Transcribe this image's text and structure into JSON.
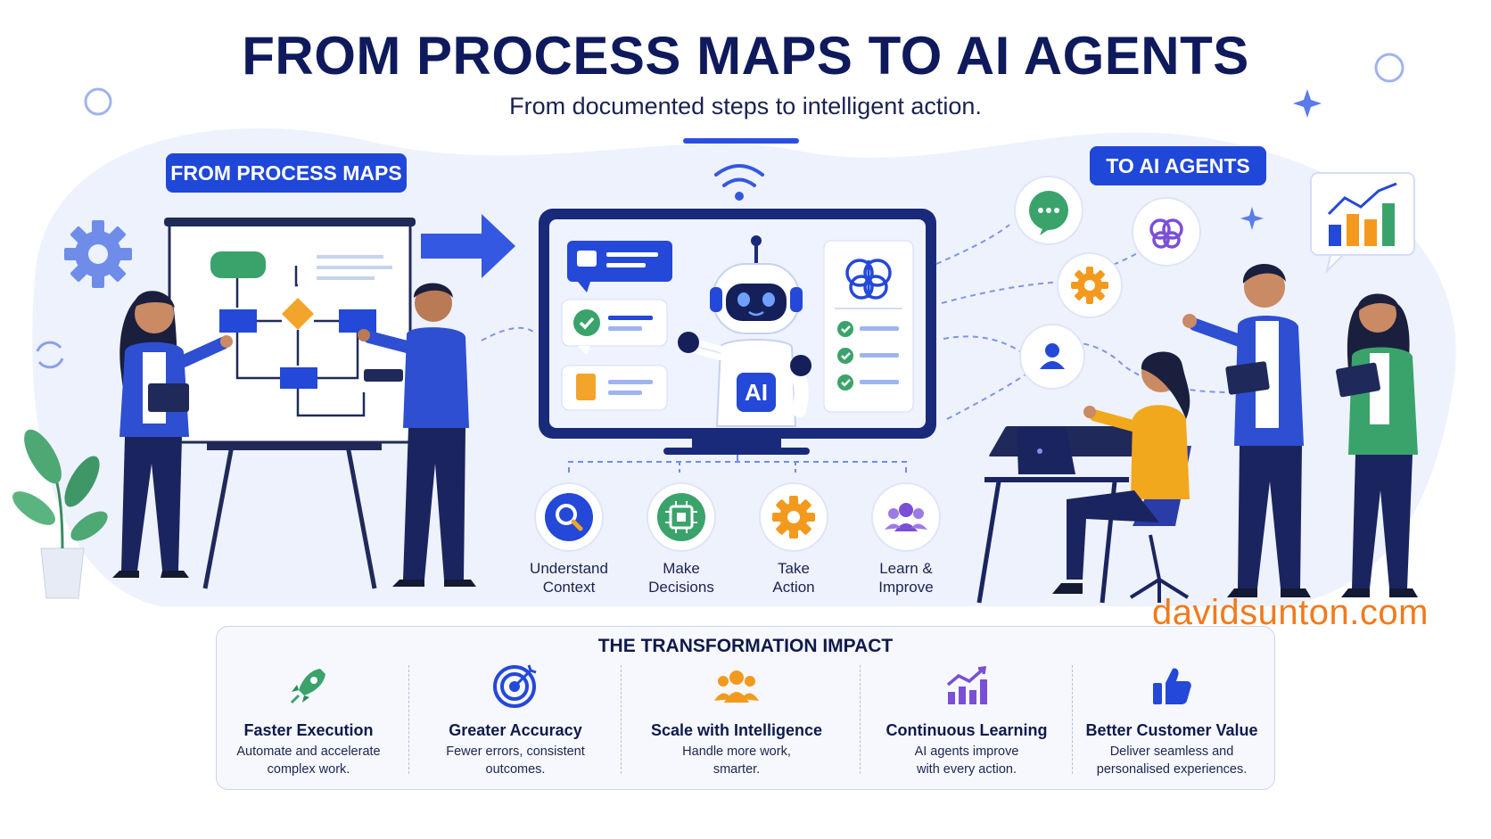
{
  "header": {
    "title": "FROM PROCESS MAPS TO AI AGENTS",
    "subtitle": "From documented steps to intelligent action."
  },
  "labels": {
    "left": "FROM PROCESS MAPS",
    "right": "TO AI AGENTS"
  },
  "screen": {
    "robot_badge": "AI"
  },
  "capabilities": [
    {
      "line1": "Understand",
      "line2": "Context",
      "icon": "magnifier-icon"
    },
    {
      "line1": "Make",
      "line2": "Decisions",
      "icon": "chip-icon"
    },
    {
      "line1": "Take",
      "line2": "Action",
      "icon": "gear-icon"
    },
    {
      "line1": "Learn &",
      "line2": "Improve",
      "icon": "team-icon"
    }
  ],
  "impact": {
    "title": "THE TRANSFORMATION IMPACT",
    "items": [
      {
        "heading": "Faster Execution",
        "line1": "Automate and accelerate",
        "line2": "complex work.",
        "icon": "rocket-icon"
      },
      {
        "heading": "Greater Accuracy",
        "line1": "Fewer errors, consistent",
        "line2": "outcomes.",
        "icon": "target-icon"
      },
      {
        "heading": "Scale with Intelligence",
        "line1": "Handle more work,",
        "line2": "smarter.",
        "icon": "people-icon"
      },
      {
        "heading": "Continuous Learning",
        "line1": "AI agents improve",
        "line2": "with every action.",
        "icon": "growth-chart-icon"
      },
      {
        "heading": "Better Customer Value",
        "line1": "Deliver seamless and",
        "line2": "personalised experiences.",
        "icon": "thumbs-up-icon"
      }
    ]
  },
  "brand": "davidsunton.com",
  "colors": {
    "primary_blue": "#1f47d8",
    "navy": "#0f1a5c",
    "green": "#3aa36b",
    "orange": "#f39a1e",
    "purple": "#7a4fd6",
    "brand_orange": "#f27a1c"
  }
}
